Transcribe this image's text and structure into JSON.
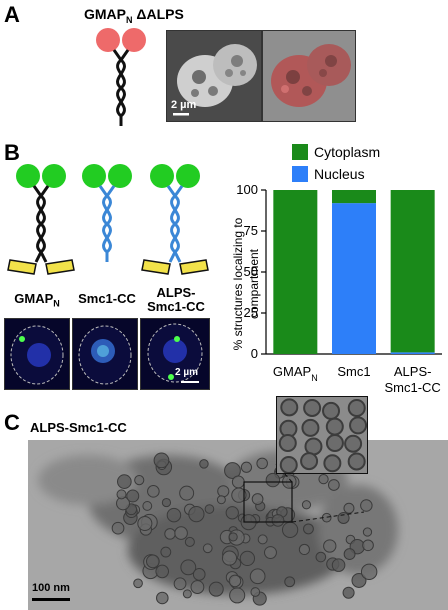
{
  "panel_a": {
    "letter": "A",
    "construct_prefix": "GMAP",
    "construct_sub": "N",
    "construct_suffix": " ΔALPS",
    "scale_label": "2 µm",
    "colors": {
      "head": "#ee6a6a",
      "coil": "#111111"
    }
  },
  "panel_b": {
    "letter": "B",
    "constructs": [
      {
        "label_main": "GMAP",
        "label_sub": "N",
        "label_line2": ""
      },
      {
        "label_main": "Smc1-CC",
        "label_sub": "",
        "label_line2": ""
      },
      {
        "label_main": "ALPS-",
        "label_sub": "",
        "label_line2": "Smc1-CC"
      }
    ],
    "scale_label": "2 µm",
    "colors": {
      "head": "#22cc22",
      "coil_black": "#111111",
      "coil_blue": "#3b87d6",
      "anchor": "#f2e24a"
    }
  },
  "chart_data": {
    "type": "bar",
    "stacked": true,
    "categories": [
      "GMAPN",
      "Smc1",
      "ALPS-Smc1-CC"
    ],
    "category_display": [
      {
        "main": "GMAP",
        "sub": "N",
        "line2": ""
      },
      {
        "main": "Smc1",
        "sub": "",
        "line2": ""
      },
      {
        "main": "ALPS-",
        "sub": "",
        "line2": "Smc1-CC"
      }
    ],
    "series": [
      {
        "name": "Nucleus",
        "color": "#2d7ff9",
        "values": [
          0,
          92,
          1
        ]
      },
      {
        "name": "Cytoplasm",
        "color": "#1a8a1a",
        "values": [
          100,
          8,
          99
        ]
      }
    ],
    "legend": [
      {
        "name": "Cytoplasm",
        "color": "#1a8a1a"
      },
      {
        "name": "Nucleus",
        "color": "#2d7ff9"
      }
    ],
    "legend_position": "top",
    "ylabel_line1": "% structures localizing to",
    "ylabel_line2": "compartment",
    "ylim": [
      0,
      100
    ],
    "yticks": [
      0,
      25,
      50,
      75,
      100
    ],
    "grid": false
  },
  "panel_c": {
    "letter": "C",
    "title": "ALPS-Smc1-CC",
    "scale_label": "100 nm"
  }
}
